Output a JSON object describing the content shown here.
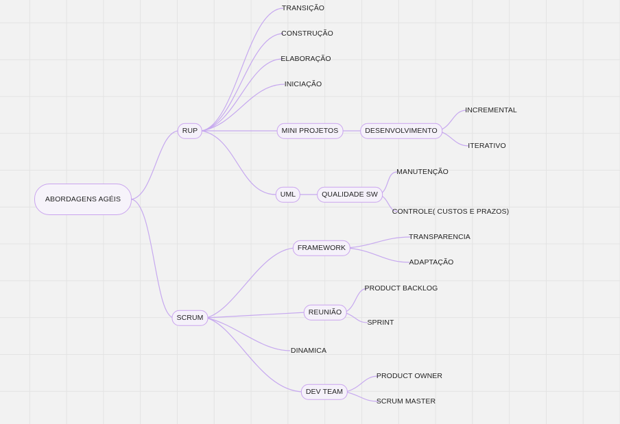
{
  "mindmap": {
    "root": "ABORDAGENS AGÉIS",
    "rup": {
      "label": "RUP",
      "children": [
        "TRANSIÇÃO",
        "CONSTRUÇÃO",
        "ELABORAÇÃO",
        "INICIAÇÃO"
      ],
      "mini_projetos": {
        "label": "MINI PROJETOS",
        "desenvolvimento": {
          "label": "DESENVOLVIMENTO",
          "children": [
            "INCREMENTAL",
            "ITERATIVO"
          ]
        }
      },
      "uml": {
        "label": "UML",
        "qualidade": {
          "label": "QUALIDADE SW",
          "children": [
            "MANUTENÇÃO",
            "CONTROLE( CUSTOS E PRAZOS)"
          ]
        }
      }
    },
    "scrum": {
      "label": "SCRUM",
      "framework": {
        "label": "FRAMEWORK",
        "children": [
          "TRANSPARENCIA",
          "ADAPTAÇÃO"
        ]
      },
      "reuniao": {
        "label": "REUNIÃO",
        "children": [
          "PRODUCT BACKLOG",
          "SPRINT"
        ]
      },
      "dinamica": "DINAMICA",
      "dev_team": {
        "label": "DEV TEAM",
        "children": [
          "PRODUCT OWNER",
          "SCRUM MASTER"
        ]
      }
    }
  },
  "colors": {
    "background": "#f2f2f2",
    "grid": "#e3e3e3",
    "connector": "#c6a8ef",
    "node_border": "#c9a3ee"
  }
}
